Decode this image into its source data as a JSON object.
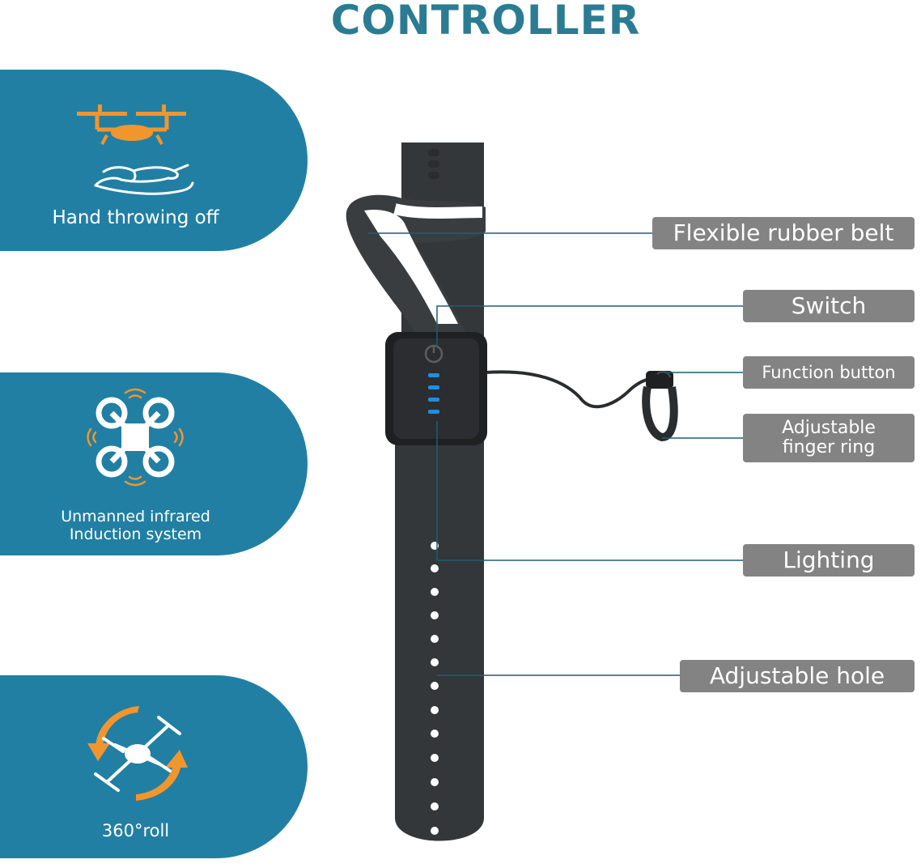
{
  "title": "CONTROLLER",
  "colors": {
    "title": "#2b7c92",
    "panel": "#217fa3",
    "icon_accent": "#f1952f",
    "label_bg": "#838383",
    "leader_line": "#1c5e74",
    "strap": "#343739",
    "led": "#1e8ee3"
  },
  "features": [
    {
      "caption": "Hand throwing off",
      "icon": "hand-throw-drone-icon"
    },
    {
      "caption_line1": "Unmanned infrared",
      "caption_line2": "Induction system",
      "icon": "infrared-drone-icon"
    },
    {
      "caption": "360°roll",
      "icon": "roll-drone-icon"
    }
  ],
  "callouts": {
    "belt": "Flexible rubber belt",
    "switch": "Switch",
    "function_button": "Function button",
    "finger_ring_line1": "Adjustable",
    "finger_ring_line2": "finger ring",
    "lighting": "Lighting",
    "hole": "Adjustable hole"
  }
}
